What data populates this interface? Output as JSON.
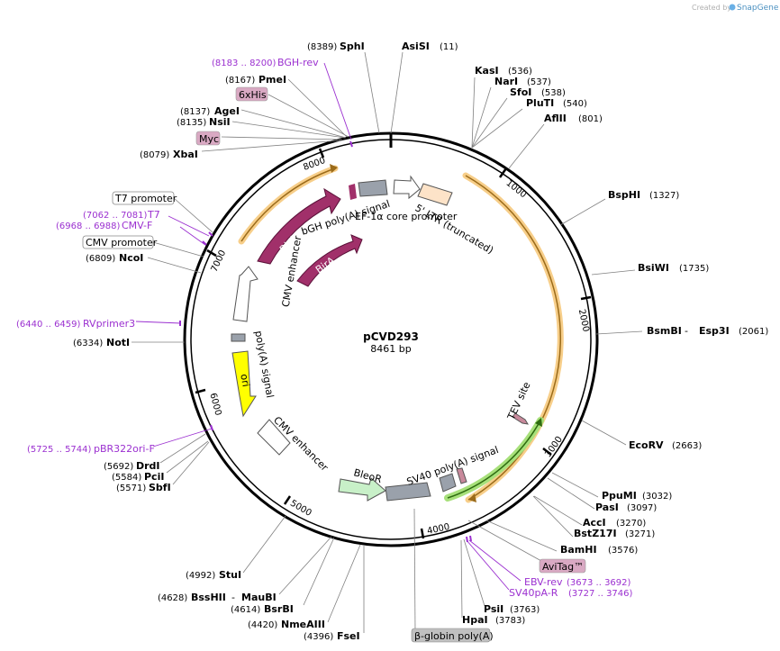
{
  "plasmid": {
    "name": "pCVD293",
    "size": "8461 bp"
  },
  "credit": {
    "prefix": "Created by",
    "brand": "SnapGene"
  },
  "ruler": [
    "1000",
    "2000",
    "3000",
    "4000",
    "5000",
    "6000",
    "7000",
    "8000"
  ],
  "enzymes": {
    "sphi": {
      "pos": "(8389)",
      "name": "SphI"
    },
    "asisi": {
      "name": "AsiSI",
      "pos": "(11)"
    },
    "kasi": {
      "name": "KasI",
      "pos": "(536)"
    },
    "nari": {
      "name": "NarI",
      "pos": "(537)"
    },
    "sfoi": {
      "name": "SfoI",
      "pos": "(538)"
    },
    "pluti": {
      "name": "PluTI",
      "pos": "(540)"
    },
    "aflii": {
      "name": "AflII",
      "pos": "(801)"
    },
    "bsphi": {
      "name": "BspHI",
      "pos": "(1327)"
    },
    "bsiwi": {
      "name": "BsiWI",
      "pos": "(1735)"
    },
    "bsmbi": {
      "name": "BsmBI",
      "sep": " - ",
      "name2": "Esp3I",
      "pos": "(2061)"
    },
    "ecorv": {
      "name": "EcoRV",
      "pos": "(2663)"
    },
    "ppumi": {
      "name": "PpuMI",
      "pos": "(3032)"
    },
    "pasi": {
      "name": "PasI",
      "pos": "(3097)"
    },
    "acci": {
      "name": "AccI",
      "pos": "(3270)"
    },
    "bstz17i": {
      "name": "BstZ17I",
      "pos": "(3271)"
    },
    "bamhi": {
      "name": "BamHI",
      "pos": "(3576)"
    },
    "psii": {
      "name": "PsiI",
      "pos": "(3763)"
    },
    "hpai": {
      "name": "HpaI",
      "pos": "(3783)"
    },
    "fsei": {
      "pos": "(4396)",
      "name": "FseI"
    },
    "nmeaiii": {
      "pos": "(4420)",
      "name": "NmeAIII"
    },
    "bsrbi": {
      "pos": "(4614)",
      "name": "BsrBI"
    },
    "bsshii": {
      "pos": "(4628)",
      "name": "BssHII",
      "sep": " - ",
      "name2": "MauBI"
    },
    "stui": {
      "pos": "(4992)",
      "name": "StuI"
    },
    "sbfi": {
      "pos": "(5571)",
      "name": "SbfI"
    },
    "pcii": {
      "pos": "(5584)",
      "name": "PciI"
    },
    "drdi": {
      "pos": "(5692)",
      "name": "DrdI"
    },
    "noti": {
      "pos": "(6334)",
      "name": "NotI"
    },
    "ncoi": {
      "pos": "(6809)",
      "name": "NcoI"
    },
    "xbai": {
      "pos": "(8079)",
      "name": "XbaI"
    },
    "nsii": {
      "pos": "(8135)",
      "name": "NsiI"
    },
    "agei": {
      "pos": "(8137)",
      "name": "AgeI"
    },
    "pmei": {
      "pos": "(8167)",
      "name": "PmeI"
    }
  },
  "primers": {
    "bgh_rev": {
      "range": "(8183 .. 8200)",
      "name": "BGH-rev"
    },
    "t7": {
      "range": "(7062 .. 7081)",
      "name": "T7"
    },
    "cmv_f": {
      "range": "(6968 .. 6988)",
      "name": "CMV-F"
    },
    "rvprimer3": {
      "range": "(6440 .. 6459)",
      "name": "RVprimer3"
    },
    "pbr322ori_f": {
      "range": "(5725 .. 5744)",
      "name": "pBR322ori-F"
    },
    "ebv_rev": {
      "name": "EBV-rev",
      "range": "(3673 .. 3692)"
    },
    "sv40pa_r": {
      "name": "SV40pA-R",
      "range": "(3727 .. 3746)"
    }
  },
  "boxed_features": {
    "his6": "6xHis",
    "myc": "Myc",
    "t7_promoter": "T7 promoter",
    "cmv_promoter": "CMV promoter",
    "avitag": "AviTag™",
    "beta_globin": "β-globin poly(A)"
  },
  "features": {
    "bgh": "bGH poly(A) signal",
    "ef1a": "EF-1α core promoter",
    "ltr": "5' LTR (truncated)",
    "bira": "BirA",
    "cmv_enh": "CMV enhancer",
    "polya": "poly(A) signal",
    "ori": "ori",
    "bleor": "BleoR",
    "sv40": "SV40 poly(A) signal",
    "tev": "TEV site"
  },
  "colors": {
    "primer": "#9b30d0",
    "bira": "#a1306a",
    "ori": "#ffff00",
    "orf_highlight": "#f5c26b",
    "green_highlight": "#a7e07a",
    "boxed_fill": "#d9a9c3"
  }
}
